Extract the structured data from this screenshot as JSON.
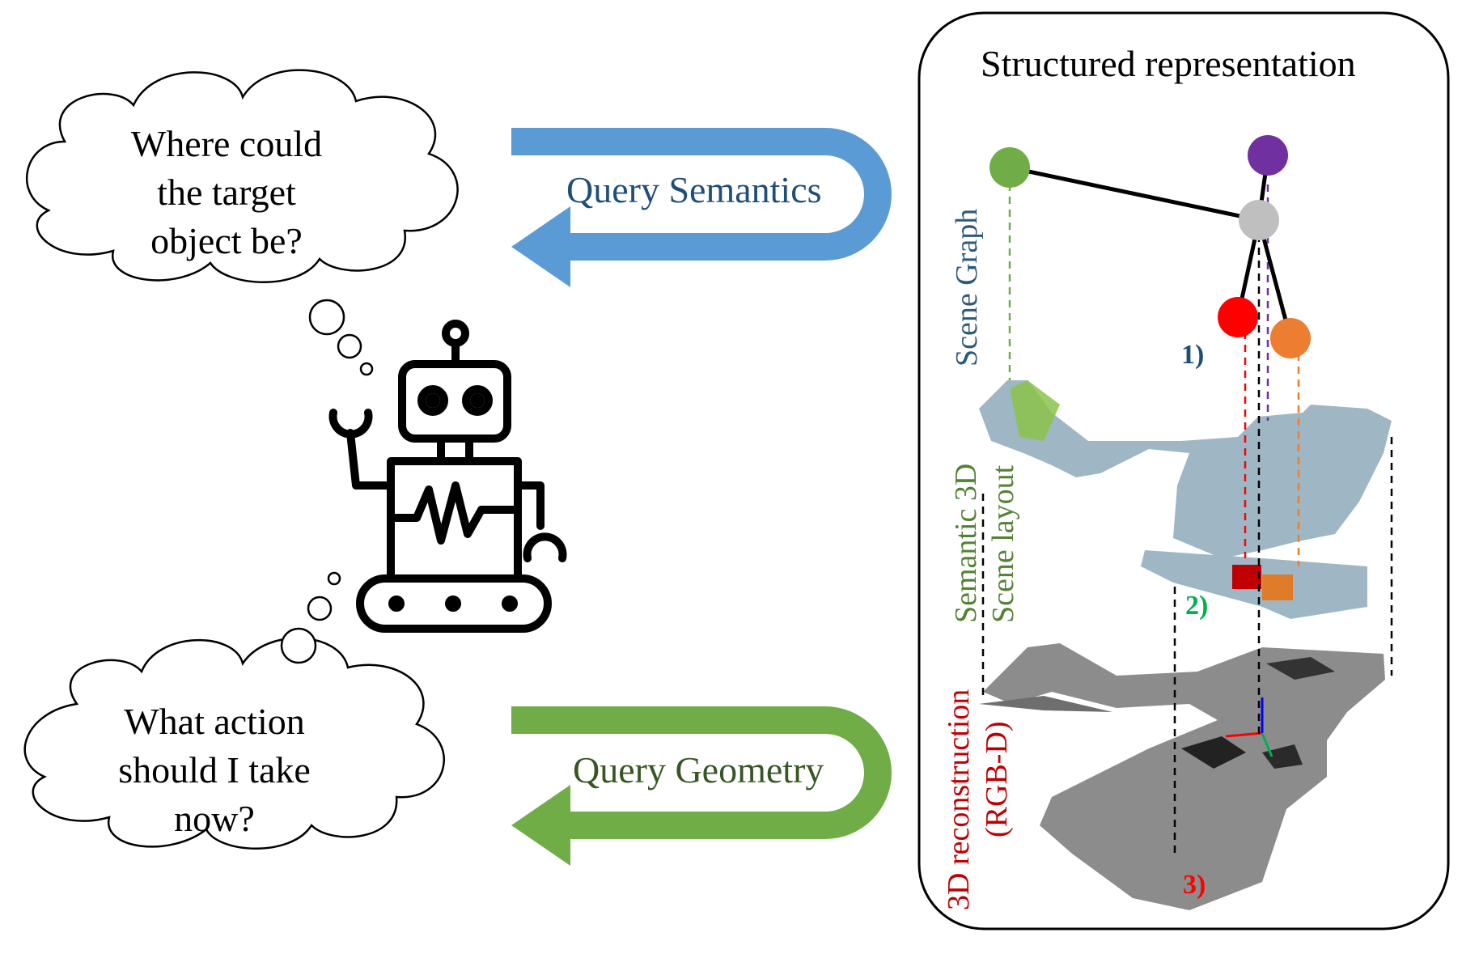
{
  "thought_top": {
    "line1": "Where could",
    "line2": "the target",
    "line3": "object be?"
  },
  "thought_bottom": {
    "line1": "What action",
    "line2": "should I take",
    "line3": "now?"
  },
  "arrows": {
    "semantics_label": "Query Semantics",
    "geometry_label": "Query Geometry"
  },
  "panel": {
    "title": "Structured representation",
    "layer1_label": "Scene Graph",
    "layer2_label_a": "Semantic 3D",
    "layer2_label_b": "Scene layout",
    "layer3_label_a": "3D reconstruction",
    "layer3_label_b": "(RGB-D)",
    "num1": "1)",
    "num2": "2)",
    "num3": "3)"
  },
  "colors": {
    "blue_arrow": "#5b9bd5",
    "green_arrow": "#70ad47",
    "semantics_text": "#1f4e79",
    "geometry_text": "#375623",
    "scene_graph_text": "#2e5a7a",
    "semantic_layer_text": "#548235",
    "recon_text": "#c00000",
    "num1": "#1f4e79",
    "num2": "#00b050",
    "num3": "#ff0000",
    "node_green": "#70ad47",
    "node_purple": "#7030a0",
    "node_gray": "#bfbfbf",
    "node_red": "#ff0000",
    "node_orange": "#ed7d31"
  }
}
